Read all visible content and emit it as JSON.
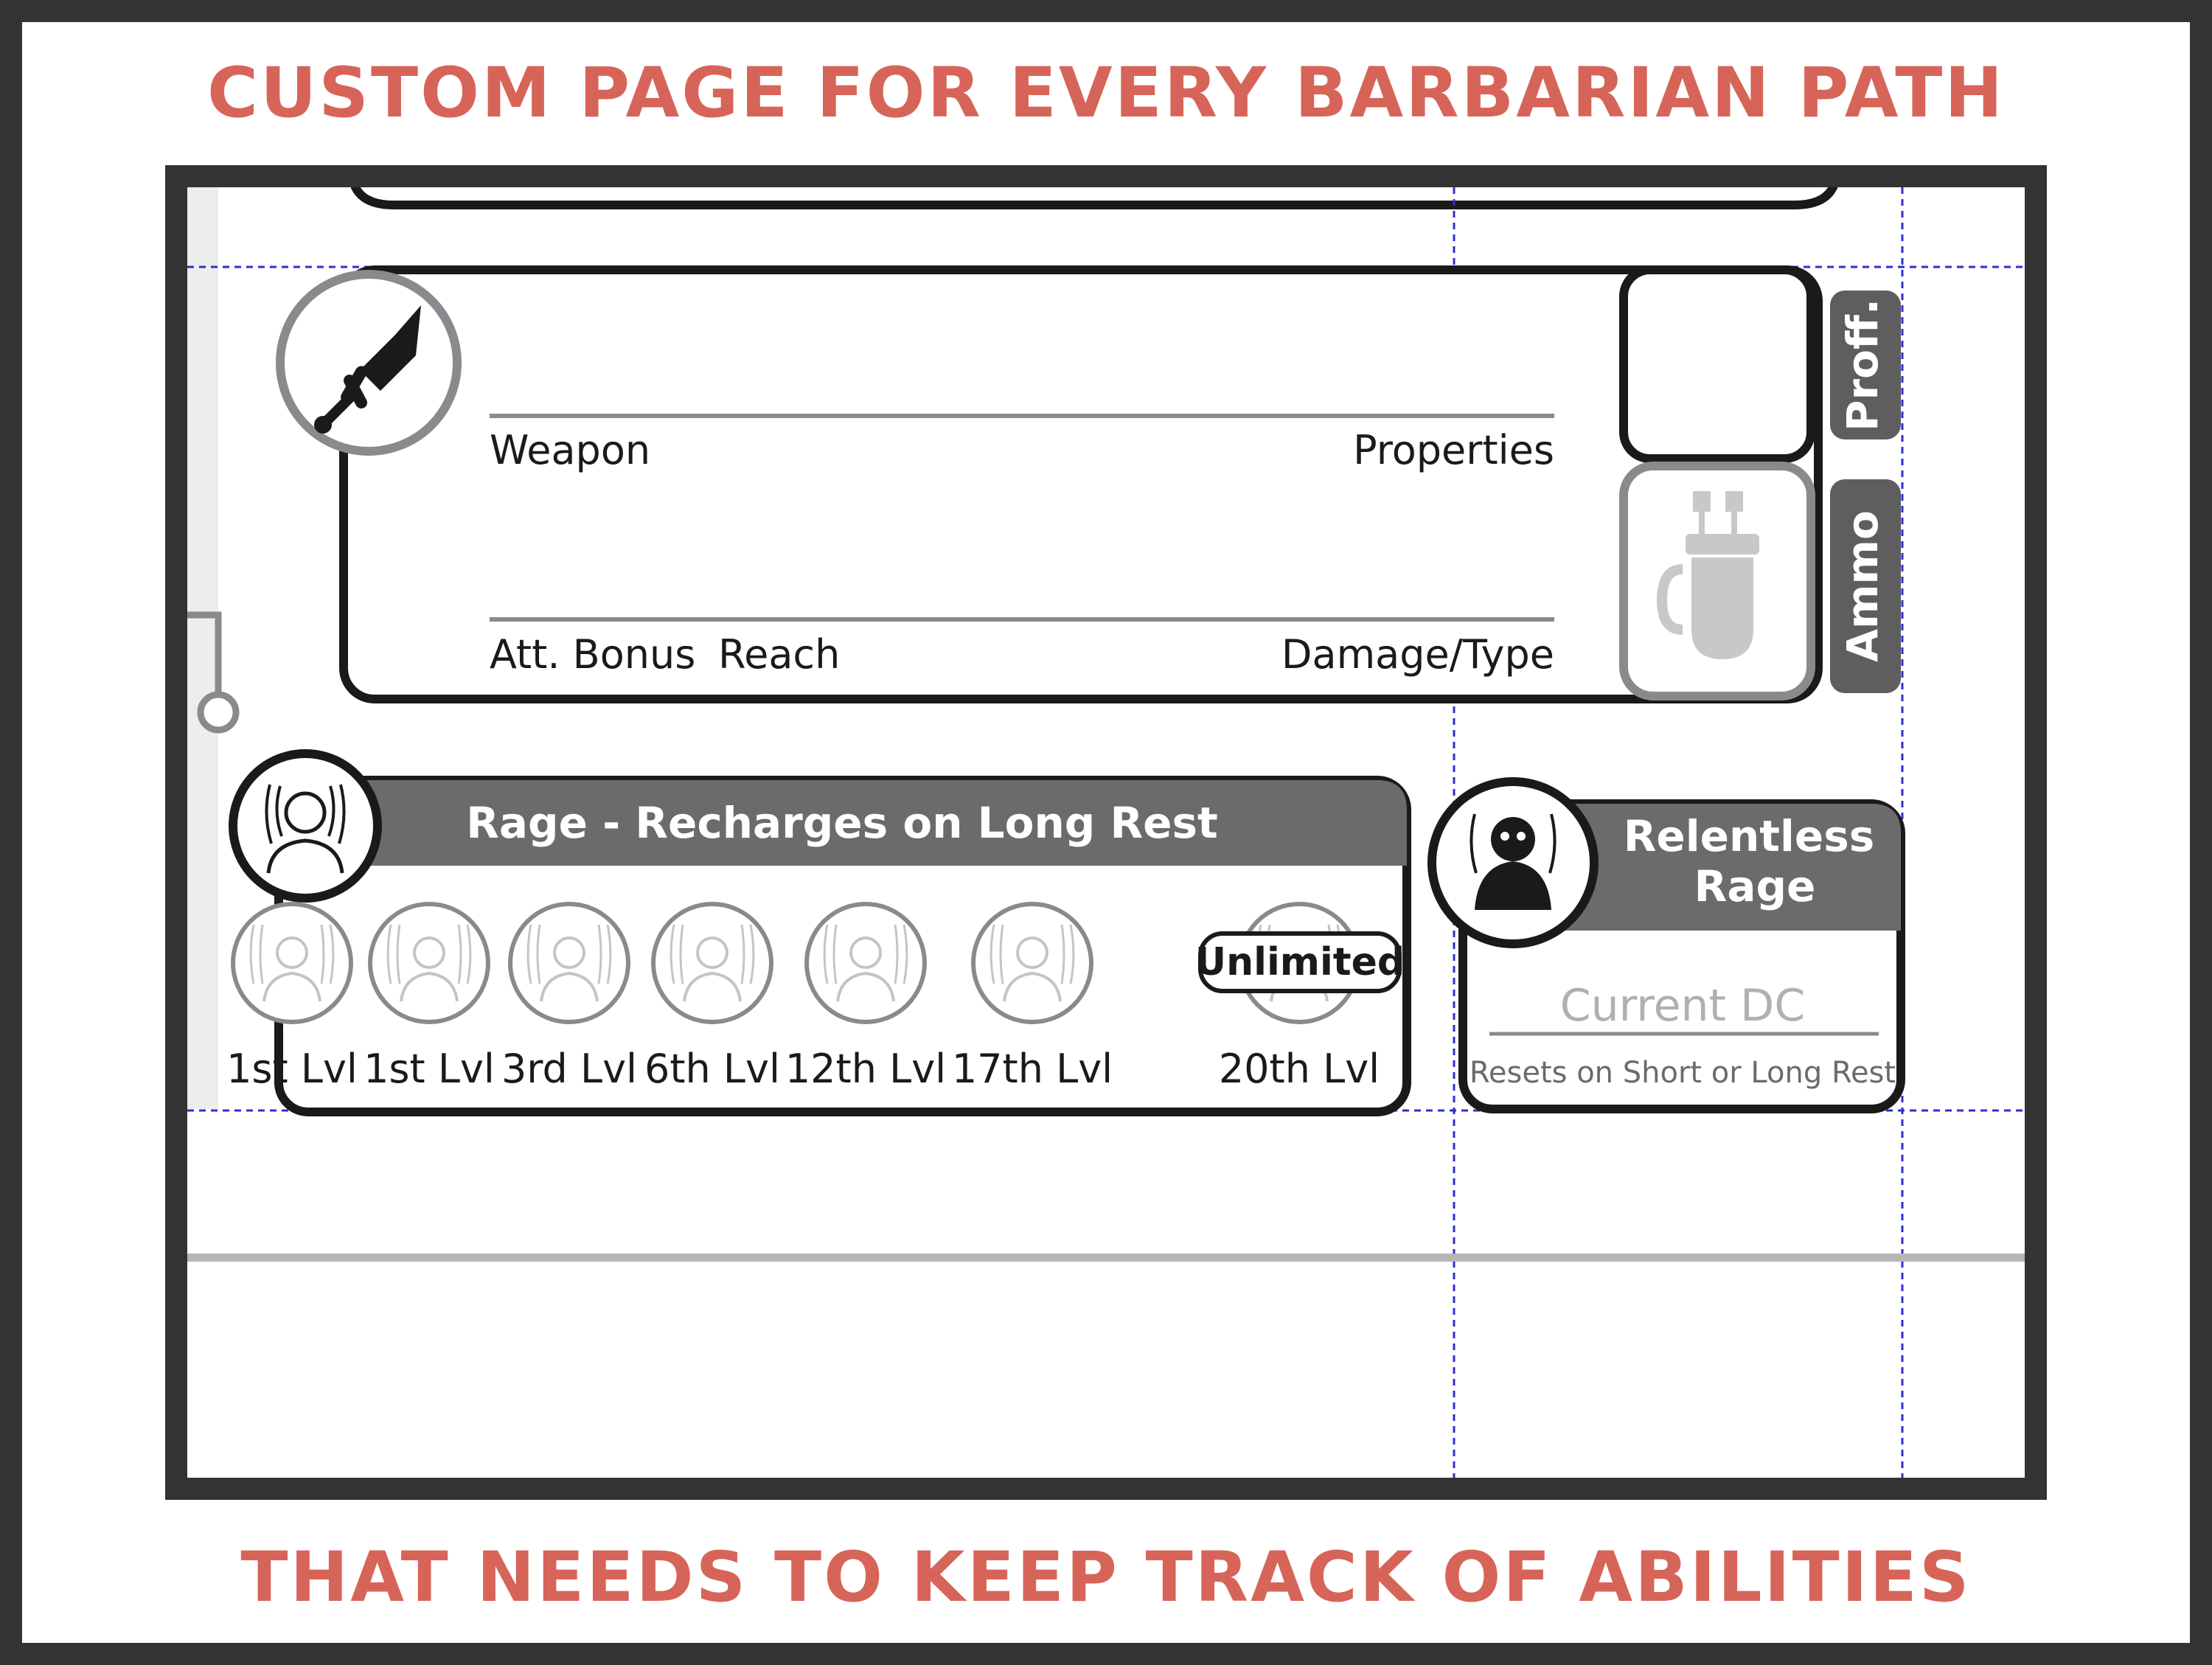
{
  "headline_top": "CUSTOM PAGE FOR EVERY BARBARIAN PATH",
  "headline_bottom": "THAT NEEDS TO KEEP TRACK OF ABILITIES",
  "colors": {
    "headline": "#d76458",
    "frame": "#333333",
    "panel_header": "#6b6b6d",
    "guide_line": "#2f2fd0"
  },
  "weapon_box": {
    "icon": "sword-icon",
    "weapon_label": "Weapon",
    "properties_label": "Properties",
    "att_bonus_label": "Att. Bonus",
    "reach_label": "Reach",
    "damage_type_label": "Damage/Type",
    "proficiency_tab": "Proff.",
    "ammo_tab": "Ammo",
    "ammo_icon": "quiver-icon"
  },
  "rage": {
    "icon": "rage-face-icon",
    "title": "Rage - Recharges on Long Rest",
    "levels": [
      "1st Lvl",
      "1st Lvl",
      "3rd Lvl",
      "6th Lvl",
      "12th Lvl",
      "17th Lvl",
      "20th Lvl"
    ],
    "unlimited_label": "Unlimited"
  },
  "relentless": {
    "icon": "dark-figure-icon",
    "title_line1": "Relentless",
    "title_line2": "Rage",
    "current_dc_label": "Current DC",
    "resets_label": "Resets on Short or Long Rest"
  }
}
